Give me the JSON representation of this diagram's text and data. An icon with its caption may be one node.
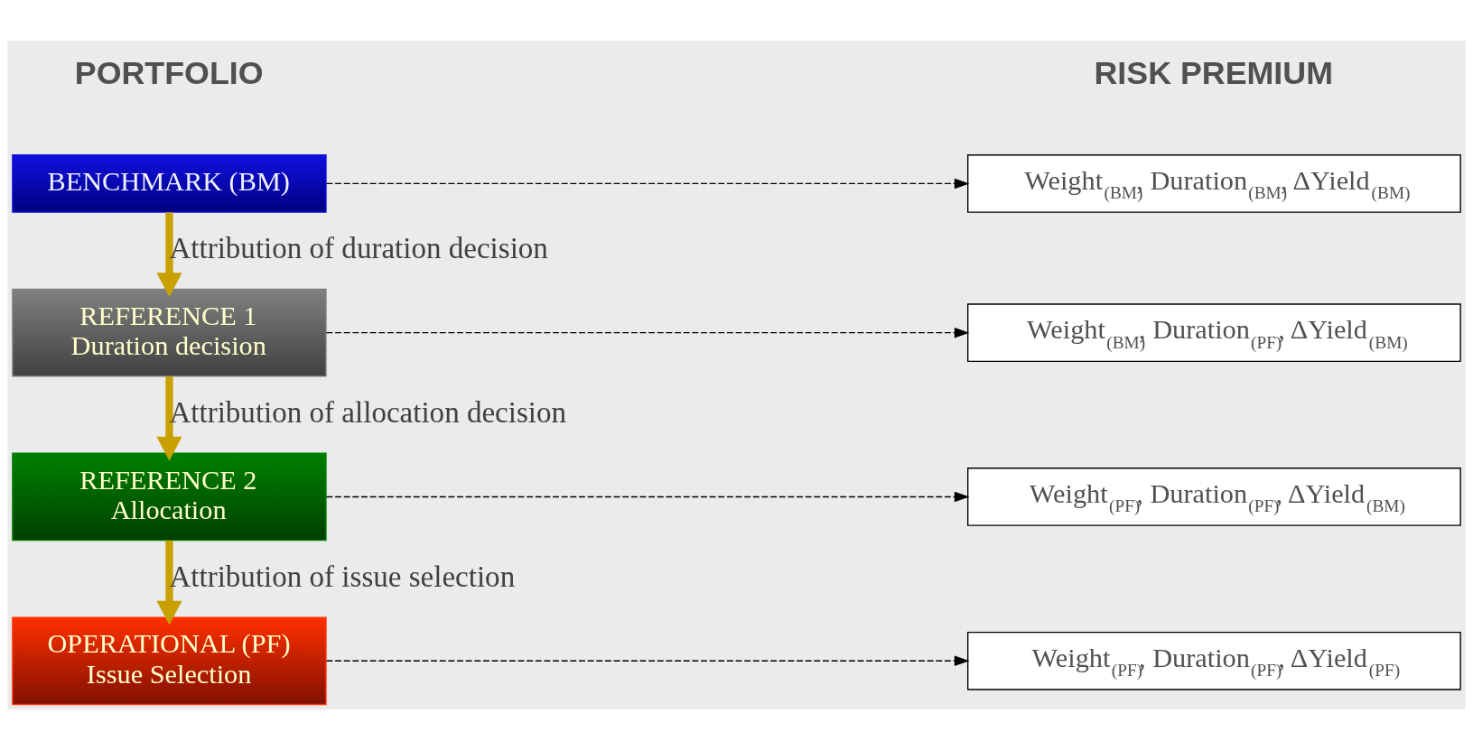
{
  "diagram": {
    "nodes": [
      {
        "text": [
          "BENCHMARK (BM)"
        ]
      },
      {
        "text": [
          "REFERENCE 1",
          "Duration decision"
        ]
      },
      {
        "text": [
          "REFERENCE 2",
          "Allocation"
        ]
      },
      {
        "text": [
          "OPERATIONAL (PF)",
          "Issue Selection"
        ]
      },
      {
        "text": [
          "Weight$_{(BM)}$, Duration$_{(BM)}$, ΔYield$_{(BM)}$"
        ]
      },
      {
        "text": [
          "Weight$_{(BM)}$, Duration$_{(PF)}$, ΔYield$_{(BM)}$"
        ]
      },
      {
        "text": [
          "Weight$_{(PF)}$, Duration$_{(PF)}$, ΔYield$_{(BM)}$"
        ]
      },
      {
        "text": [
          "Weight$_{(PF)}$, Duration$_{(PF)}$, ΔYield$_{(PF)}$"
        ]
      }
    ],
    "edges": [
      {
        "from": 0,
        "to": 4,
        "arrow": "to",
        "style": "dashed"
      },
      {
        "from": 0,
        "to": 1,
        "arrow": "to",
        "style": "thick",
        "color": "#c8a000",
        "label": "Attribution of duration decision"
      },
      {
        "from": 1,
        "to": 5,
        "arrow": "to",
        "style": "dashed"
      },
      {
        "from": 1,
        "to": 2,
        "arrow": "to",
        "style": "thick",
        "color": "#c8a000",
        "label": "Attribution of allocation decision"
      },
      {
        "from": 2,
        "to": 6,
        "arrow": "to",
        "style": "dashed"
      },
      {
        "from": 2,
        "to": 3,
        "arrow": "to",
        "style": "thick",
        "color": "#c8a000",
        "label": "Attribution of issue selection"
      },
      {
        "from": 3,
        "to": 7,
        "arrow": "to",
        "style": "dashed"
      }
    ],
    "labels": [
      "PORTFOLIO",
      "RISK PREMIUM"
    ]
  }
}
